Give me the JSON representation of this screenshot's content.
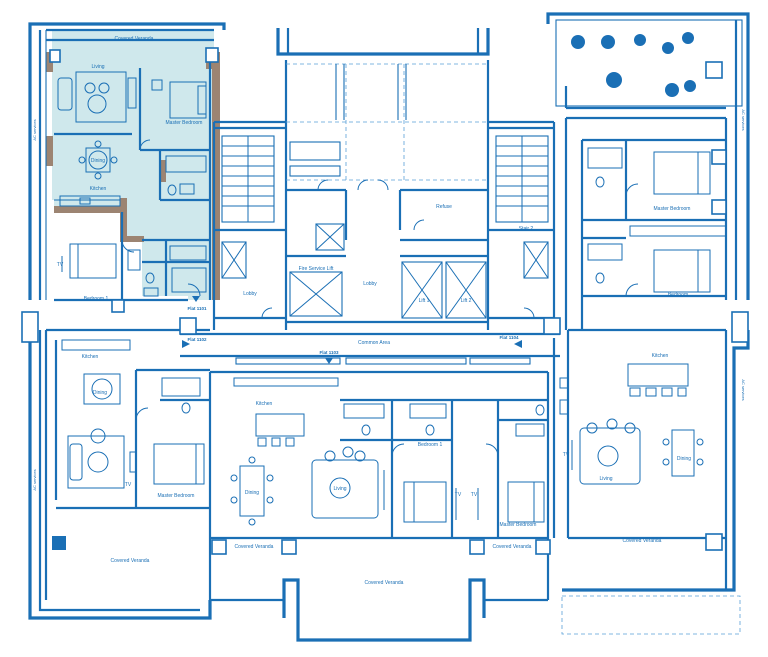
{
  "labels": {
    "covered_veranda": "Covered Veranda",
    "living": "Living",
    "dining": "Dining",
    "kitchen": "Kitchen",
    "master_bedroom": "Master Bedroom",
    "bedroom_1": "Bedroom 1",
    "bedroom": "Bedroom",
    "lobby": "Lobby",
    "refuse": "Refuse",
    "stair_2": "Stair 2",
    "fire_service_lift": "Fire Service Lift",
    "lift_1": "Lift 1",
    "lift_2": "Lift 2",
    "common_area": "Common Area",
    "tv": "TV",
    "ac_services": "AC services"
  },
  "flats": {
    "flat_1101": "Flat 1101",
    "flat_1102": "Flat 1102",
    "flat_1103": "Flat 1103",
    "flat_1104": "Flat 1104"
  },
  "colors": {
    "line": "#1a6fb5",
    "highlight": "#cfe8ec",
    "wall_accent": "#9c8472"
  }
}
